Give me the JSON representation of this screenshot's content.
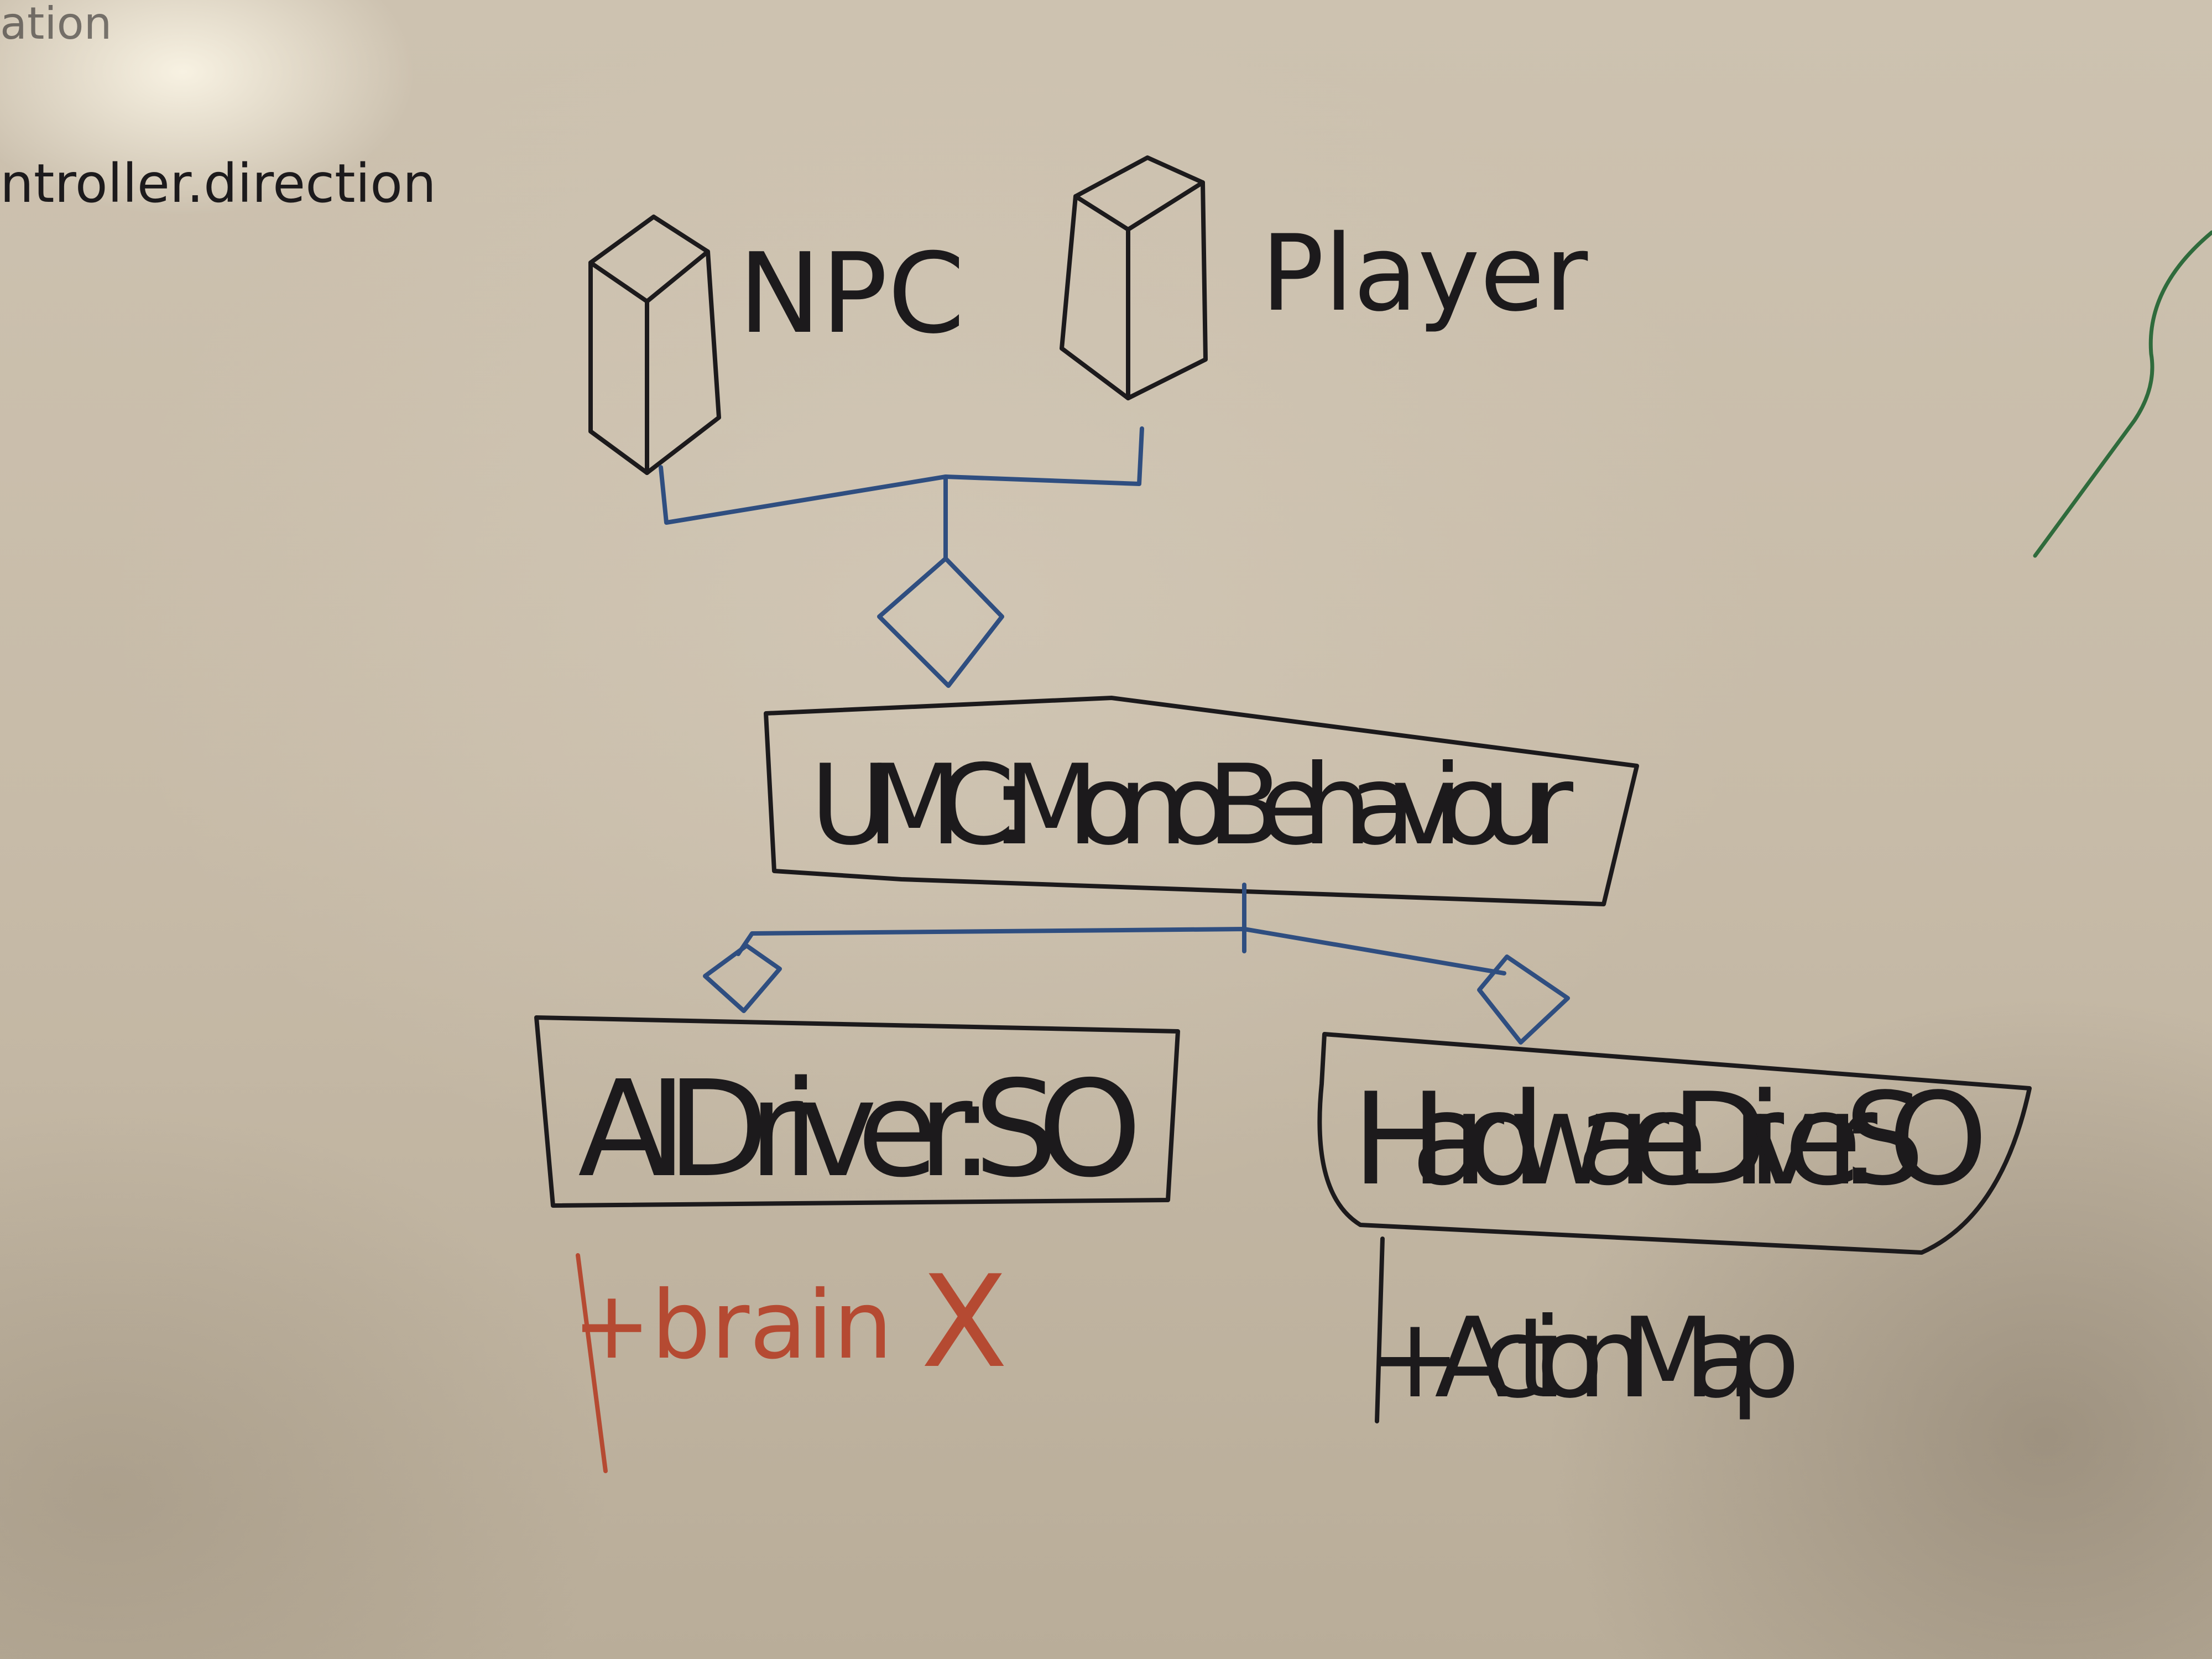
{
  "board": {
    "partial_top_text": "ation",
    "partial_side_text": "ntroller.direction"
  },
  "nodes": {
    "npc": {
      "label": "NPC"
    },
    "player": {
      "label": "Player"
    },
    "umc": {
      "label": "UMC:MonoBehaviour"
    },
    "ai_driver": {
      "label": "AIDriver:SO"
    },
    "hardware_driver": {
      "label": "HardwareDriver:SO"
    }
  },
  "annotations": {
    "ai_field": "+brain",
    "ai_mark": "X",
    "hardware_field": "+ActionMap"
  },
  "colors": {
    "black_marker": "#1c1a1c",
    "blue_marker": "#2f4e80",
    "red_marker": "#b54a32",
    "green_marker": "#2f6b3c"
  }
}
